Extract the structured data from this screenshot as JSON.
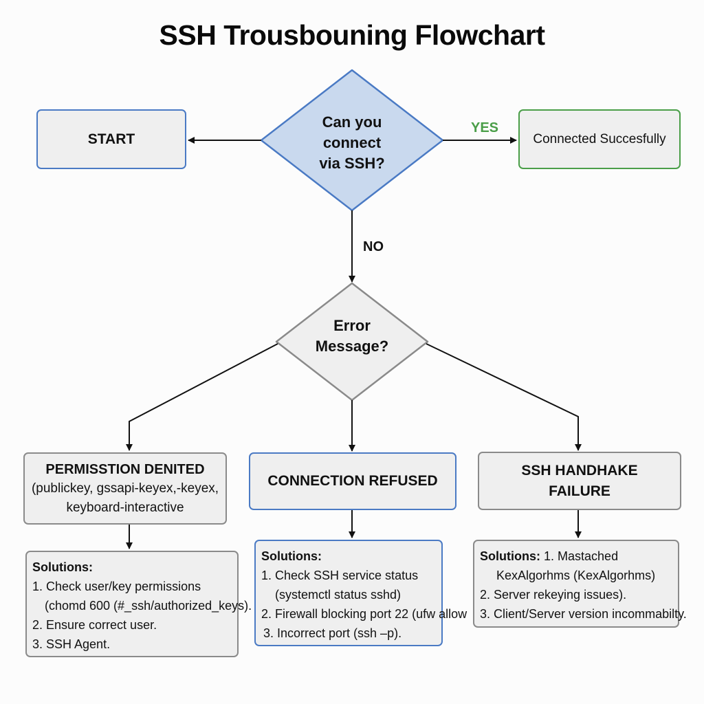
{
  "title": "SSH Trousbouning Flowchart",
  "colors": {
    "blue_border": "#4a7ac4",
    "blue_fill": "#c9d9ee",
    "green": "#4a9e48",
    "gray_border": "#8a8a8a",
    "box_fill": "#efefef"
  },
  "nodes": {
    "start": "START",
    "decision_connect": [
      "Can you",
      "connect",
      "via SSH?"
    ],
    "success": "Connected Succesfully",
    "decision_error": [
      "Error",
      "Message?"
    ],
    "permission_denied": {
      "title": "PERMISSTION DENITED",
      "detail": [
        "(publickey, gssapi-keyex,-keyex,",
        "keyboard-interactive"
      ]
    },
    "connection_refused": {
      "title": "CONNECTION REFUSED"
    },
    "handshake_failure": {
      "title": [
        "SSH HANDHAKE",
        "FAILURE"
      ]
    }
  },
  "edge_labels": {
    "yes": "YES",
    "no": "NO"
  },
  "solutions": {
    "permission": {
      "heading": "Solutions:",
      "lines": [
        "1. Check user/key permissions",
        "(chomd 600 (#_ssh/authorized_keys).",
        "2. Ensure correct user.",
        "3. SSH Agent."
      ]
    },
    "refused": {
      "heading": "Solutions:",
      "lines": [
        "1. Check SSH service status",
        "(systemctl status sshd)",
        "2. Firewall blocking port 22 (ufw allow",
        "3. Incorrect port (ssh –p)."
      ]
    },
    "handshake": {
      "heading": "Solutions:",
      "first": "1. Mastached",
      "lines": [
        "KexAlgorhms (KexAlgorhms)",
        "2. Server rekeying issues).",
        "3. Client/Server version incommabilty."
      ]
    }
  }
}
